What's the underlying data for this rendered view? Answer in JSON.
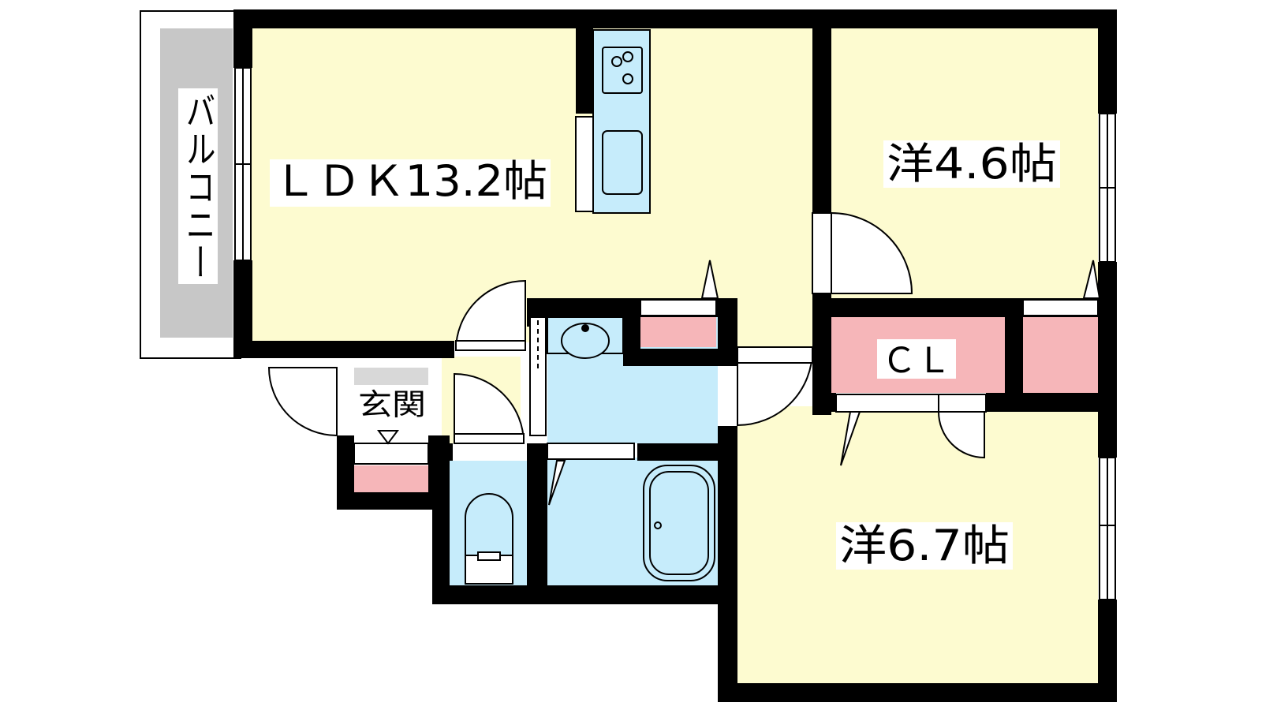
{
  "rooms": {
    "ldk": "ＬＤＫ13.2帖",
    "western_small": "洋4.6帖",
    "western_large": "洋6.7帖",
    "closet": "ＣＬ",
    "entrance": "玄関",
    "balcony": "バルコニー"
  },
  "colors": {
    "room_fill": "#fdfbd0",
    "wet_fill": "#c6ecfb",
    "storage_fill": "#f6b6b9",
    "balcony_fill": "#c7c7c7",
    "entrance_fill": "#d8d8d8",
    "wall": "#000000"
  }
}
